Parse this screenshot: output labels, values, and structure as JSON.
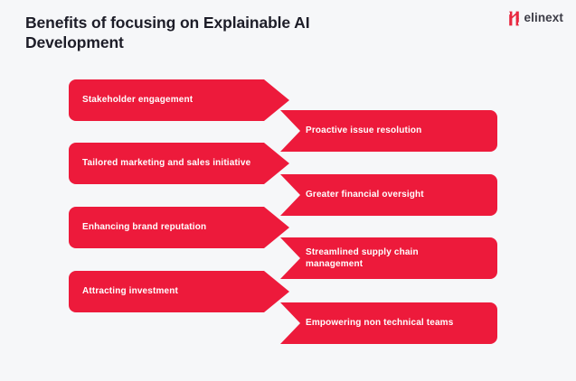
{
  "page": {
    "title": "Benefits of focusing on Explainable AI\nDevelopment",
    "background_color": "#f6f7f9",
    "title_color": "#1d1d28",
    "accent_color": "#ED1A3B"
  },
  "logo": {
    "wordmark": "elinext",
    "mark_icon": "elinext-n-mark-icon",
    "mark_color": "#E8273F",
    "wordmark_color": "#3c3c46"
  },
  "banners": [
    {
      "label": "Stakeholder engagement",
      "side": "left"
    },
    {
      "label": "Proactive issue resolution",
      "side": "right"
    },
    {
      "label": "Tailored marketing and sales initiative",
      "side": "left"
    },
    {
      "label": "Greater financial oversight",
      "side": "right"
    },
    {
      "label": "Enhancing brand reputation",
      "side": "left"
    },
    {
      "label": "Streamlined supply chain\nmanagement",
      "side": "right"
    },
    {
      "label": "Attracting investment",
      "side": "left"
    },
    {
      "label": "Empowering non technical teams",
      "side": "right"
    }
  ]
}
